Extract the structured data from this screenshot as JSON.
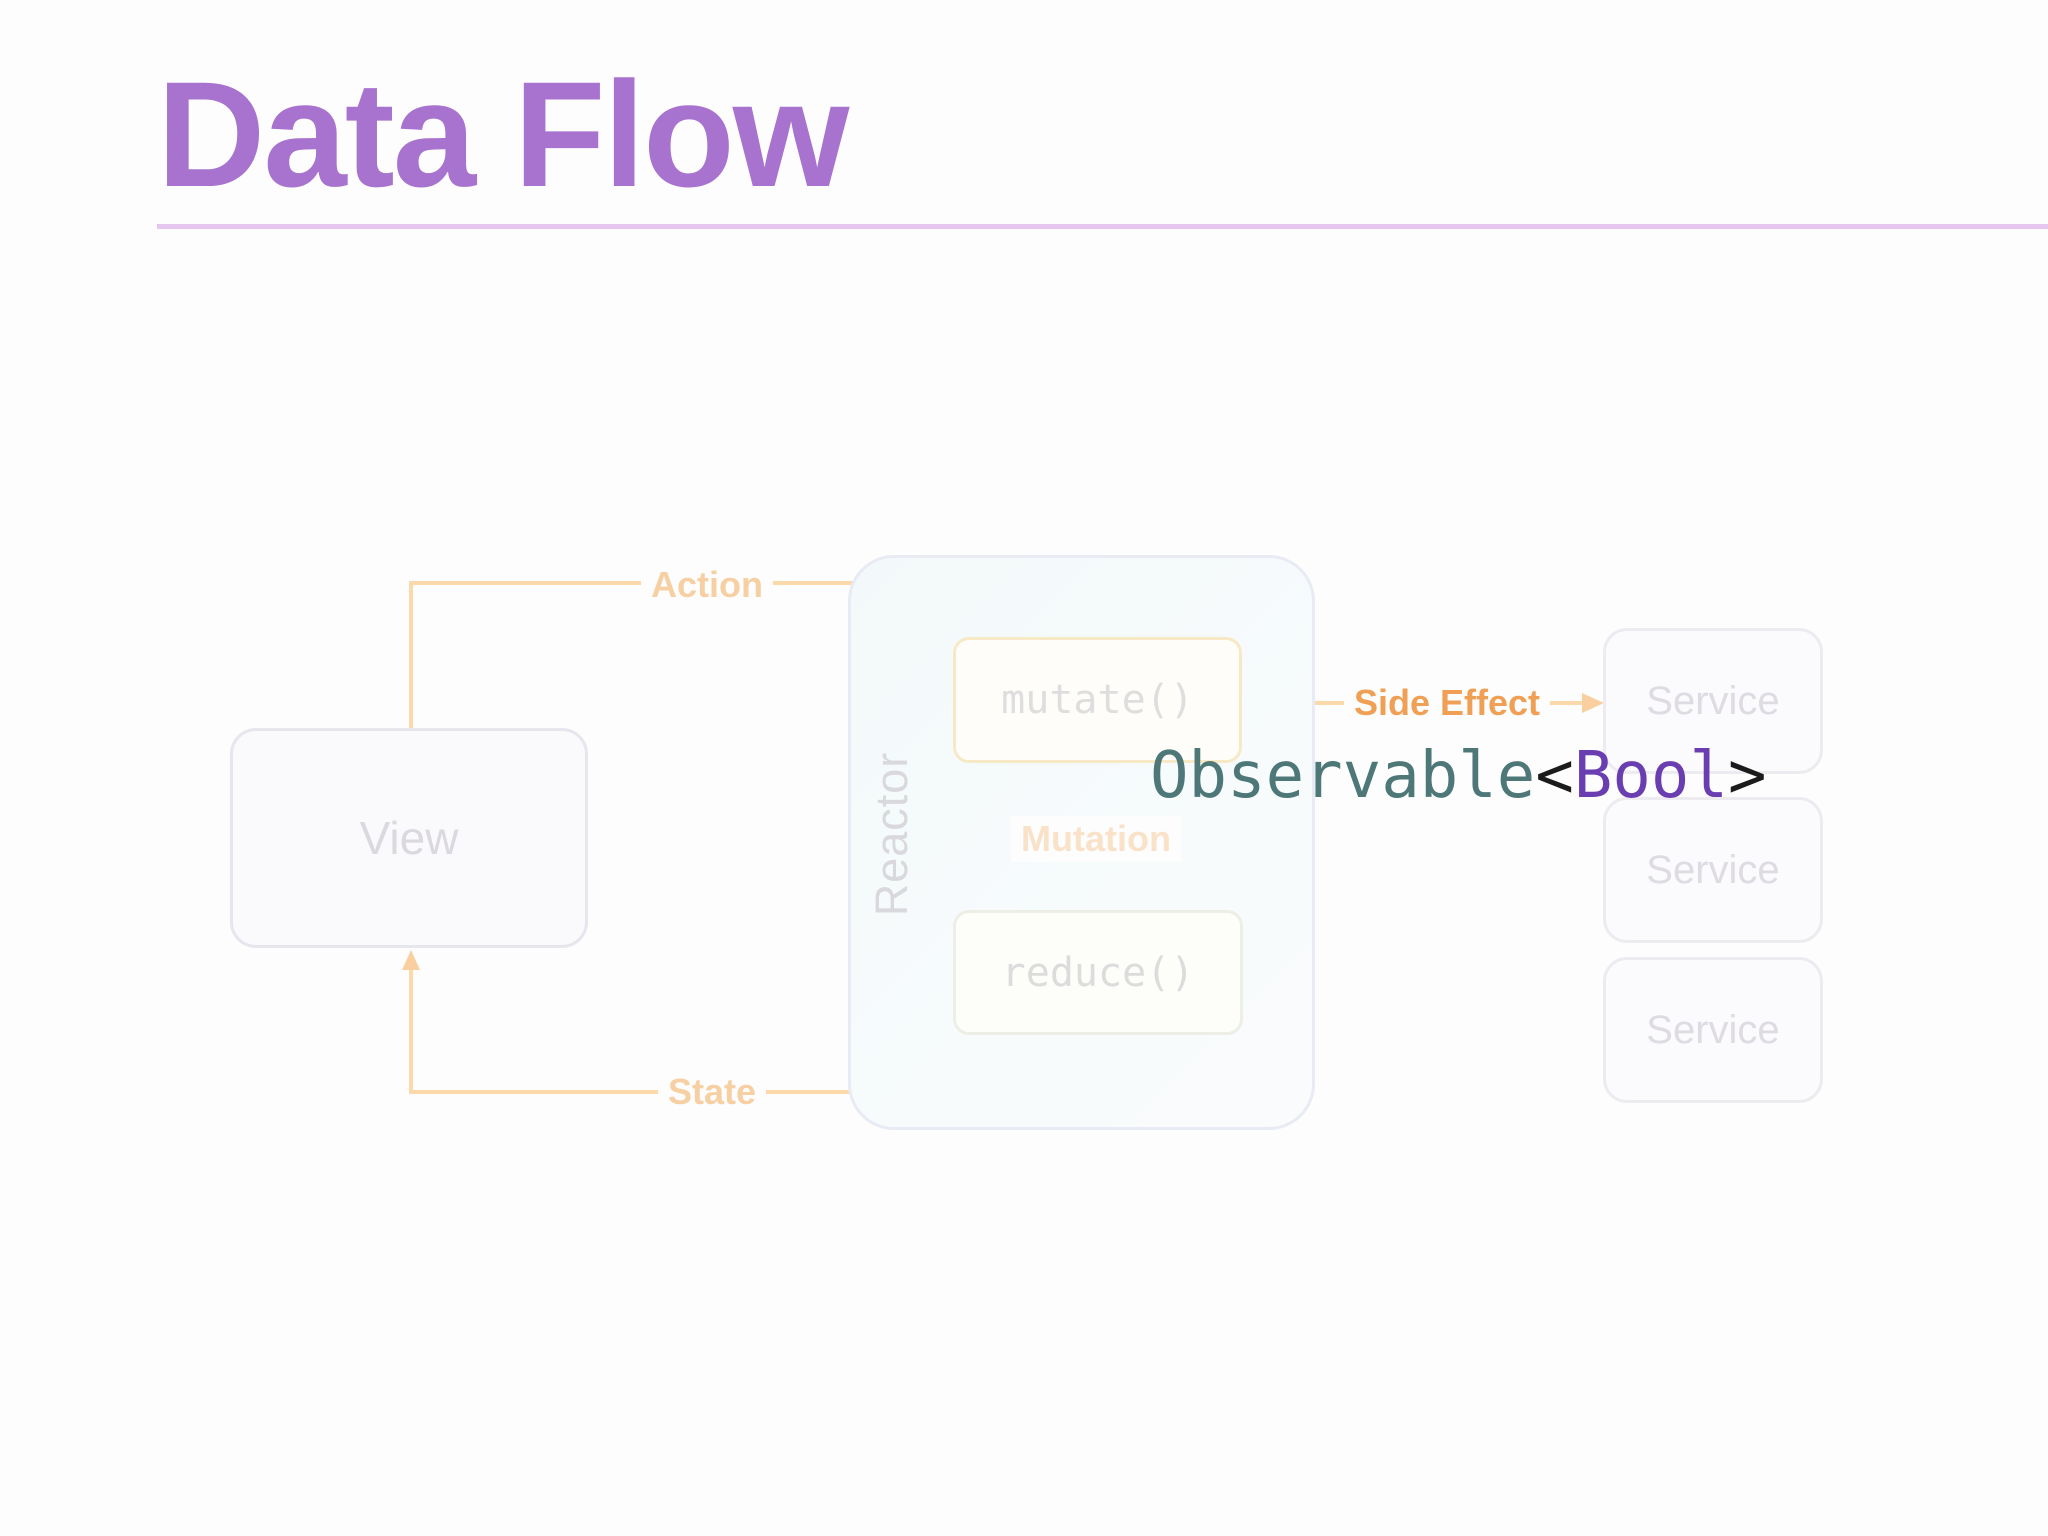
{
  "slide": {
    "title": "Data Flow"
  },
  "diagram": {
    "view": {
      "label": "View"
    },
    "reactor": {
      "label": "Reactor",
      "mutate_label": "mutate()",
      "reduce_label": "reduce()"
    },
    "services": [
      {
        "label": "Service"
      },
      {
        "label": "Service"
      },
      {
        "label": "Service"
      }
    ],
    "flow_labels": {
      "action": "Action",
      "mutation": "Mutation",
      "state": "State",
      "side_effect": "Side Effect"
    },
    "highlight_code": {
      "type_name": "Observable",
      "bracket_open": "<",
      "generic_param": "Bool",
      "bracket_close": ">"
    }
  },
  "colors": {
    "title_accent": "#a873cf",
    "rule": "#e5c6ee",
    "flow_orange": "#f0a055",
    "flow_faded": "#fbd9ab",
    "code_teal": "#4e7878",
    "code_purple": "#6a3eb0",
    "code_dark": "#1b1b1b",
    "muted_text": "#dbd9df"
  }
}
